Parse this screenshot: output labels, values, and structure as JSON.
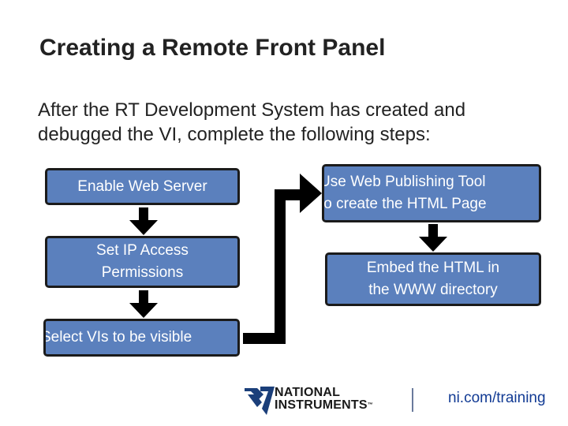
{
  "slide": {
    "title": "Creating a Remote Front Panel",
    "intro": "After the RT Development System has created and debugged the VI, complete the following steps:"
  },
  "flow": {
    "step1": "Enable Web Server",
    "step2_line1": "Set IP Access",
    "step2_line2": "Permissions",
    "step3": "Select VIs to be visible",
    "step4_line1": "Use Web Publishing Tool",
    "step4_line2": "to create the HTML Page",
    "step5_line1": "Embed the HTML in",
    "step5_line2": "the WWW directory"
  },
  "footer": {
    "logo_line1": "NATIONAL",
    "logo_line2": "INSTRUMENTS",
    "trademark": "™",
    "url": "ni.com/training"
  },
  "colors": {
    "box_fill": "#5b80bd",
    "box_border": "#1b1b1b",
    "arrow": "#000000",
    "url": "#123b94"
  }
}
